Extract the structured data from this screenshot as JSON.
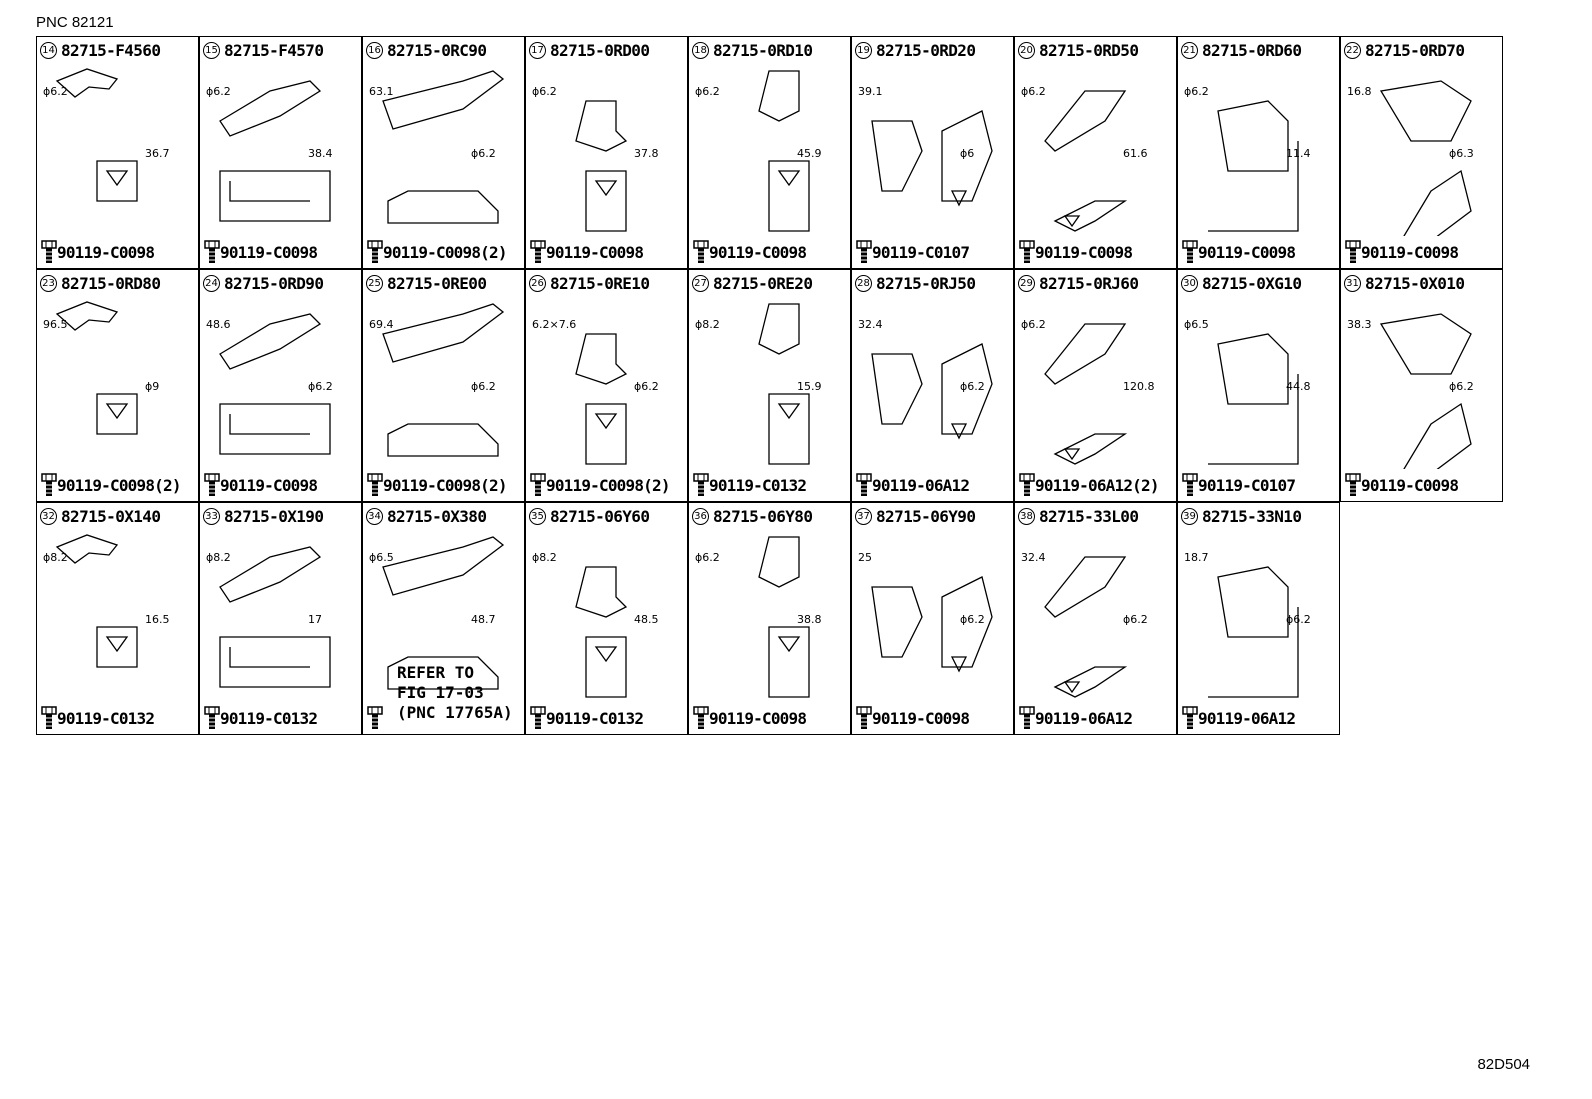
{
  "pnc_label": "PNC 82121",
  "figure_code": "82D504",
  "parts": [
    {
      "idx": "14",
      "part": "82715-F4560",
      "bolt": "90119-C0098",
      "dims": [
        "ϕ6.2",
        "36.7"
      ]
    },
    {
      "idx": "15",
      "part": "82715-F4570",
      "bolt": "90119-C0098",
      "dims": [
        "ϕ6.2",
        "38.4"
      ]
    },
    {
      "idx": "16",
      "part": "82715-0RC90",
      "bolt": "90119-C0098(2)",
      "dims": [
        "63.1",
        "ϕ6.2"
      ]
    },
    {
      "idx": "17",
      "part": "82715-0RD00",
      "bolt": "90119-C0098",
      "dims": [
        "ϕ6.2",
        "37.8"
      ]
    },
    {
      "idx": "18",
      "part": "82715-0RD10",
      "bolt": "90119-C0098",
      "dims": [
        "ϕ6.2",
        "45.9"
      ]
    },
    {
      "idx": "19",
      "part": "82715-0RD20",
      "bolt": "90119-C0107",
      "dims": [
        "39.1",
        "ϕ6"
      ]
    },
    {
      "idx": "20",
      "part": "82715-0RD50",
      "bolt": "90119-C0098",
      "dims": [
        "ϕ6.2",
        "61.6"
      ]
    },
    {
      "idx": "21",
      "part": "82715-0RD60",
      "bolt": "90119-C0098",
      "dims": [
        "ϕ6.2",
        "11.4"
      ]
    },
    {
      "idx": "22",
      "part": "82715-0RD70",
      "bolt": "90119-C0098",
      "dims": [
        "16.8",
        "ϕ6.3"
      ]
    },
    {
      "idx": "23",
      "part": "82715-0RD80",
      "bolt": "90119-C0098(2)",
      "dims": [
        "96.5",
        "ϕ9"
      ]
    },
    {
      "idx": "24",
      "part": "82715-0RD90",
      "bolt": "90119-C0098",
      "dims": [
        "48.6",
        "ϕ6.2"
      ]
    },
    {
      "idx": "25",
      "part": "82715-0RE00",
      "bolt": "90119-C0098(2)",
      "dims": [
        "69.4",
        "ϕ6.2"
      ]
    },
    {
      "idx": "26",
      "part": "82715-0RE10",
      "bolt": "90119-C0098(2)",
      "dims": [
        "6.2×7.6",
        "ϕ6.2"
      ]
    },
    {
      "idx": "27",
      "part": "82715-0RE20",
      "bolt": "90119-C0132",
      "dims": [
        "ϕ8.2",
        "15.9"
      ]
    },
    {
      "idx": "28",
      "part": "82715-0RJ50",
      "bolt": "90119-06A12",
      "dims": [
        "32.4",
        "ϕ6.2"
      ]
    },
    {
      "idx": "29",
      "part": "82715-0RJ60",
      "bolt": "90119-06A12(2)",
      "dims": [
        "ϕ6.2",
        "120.8"
      ]
    },
    {
      "idx": "30",
      "part": "82715-0XG10",
      "bolt": "90119-C0107",
      "dims": [
        "ϕ6.5",
        "44.8"
      ]
    },
    {
      "idx": "31",
      "part": "82715-0X010",
      "bolt": "90119-C0098",
      "dims": [
        "38.3",
        "ϕ6.2"
      ]
    },
    {
      "idx": "32",
      "part": "82715-0X140",
      "bolt": "90119-C0132",
      "dims": [
        "ϕ8.2",
        "16.5"
      ]
    },
    {
      "idx": "33",
      "part": "82715-0X190",
      "bolt": "90119-C0132",
      "dims": [
        "ϕ8.2",
        "17"
      ]
    },
    {
      "idx": "34",
      "part": "82715-0X380",
      "bolt": "",
      "dims": [
        "ϕ6.5",
        "48.7"
      ],
      "refer": "REFER TO\nFIG 17-03\n(PNC 17765A)"
    },
    {
      "idx": "35",
      "part": "82715-06Y60",
      "bolt": "90119-C0132",
      "dims": [
        "ϕ8.2",
        "48.5"
      ]
    },
    {
      "idx": "36",
      "part": "82715-06Y80",
      "bolt": "90119-C0098",
      "dims": [
        "ϕ6.2",
        "38.8"
      ]
    },
    {
      "idx": "37",
      "part": "82715-06Y90",
      "bolt": "90119-C0098",
      "dims": [
        "25",
        "ϕ6.2"
      ]
    },
    {
      "idx": "38",
      "part": "82715-33L00",
      "bolt": "90119-06A12",
      "dims": [
        "32.4",
        "ϕ6.2"
      ]
    },
    {
      "idx": "39",
      "part": "82715-33N10",
      "bolt": "90119-06A12",
      "dims": [
        "18.7",
        "ϕ6.2"
      ]
    }
  ]
}
